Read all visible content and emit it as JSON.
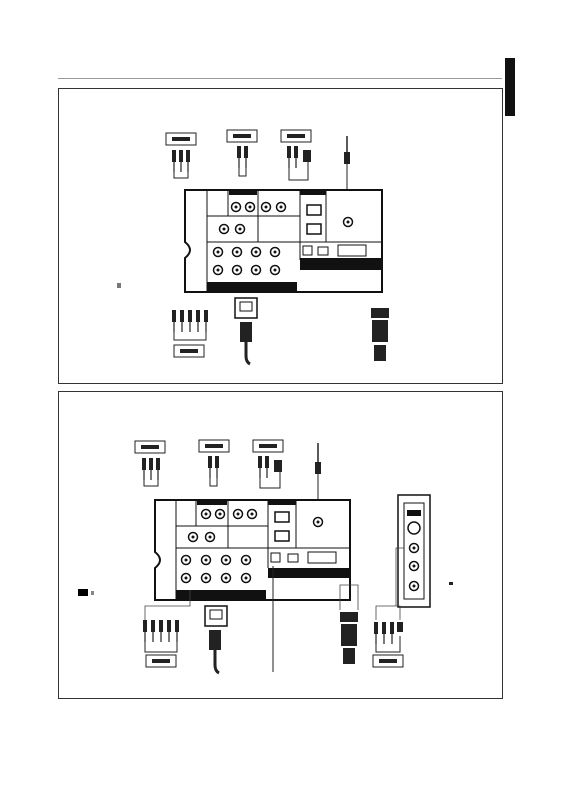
{
  "page": {
    "side_tab": "black-tab",
    "figures": [
      {
        "id": "figure-1",
        "devices_top": [
          "vcr-icon",
          "dvd-icon",
          "cable-box-icon",
          "antenna-cable-icon"
        ],
        "devices_bottom": [
          "component-device-icon",
          "power-cord-icon",
          "pc-connector-icon"
        ]
      },
      {
        "id": "figure-2",
        "devices_top": [
          "vcr-icon",
          "dvd-icon",
          "cable-box-icon",
          "antenna-cable-icon"
        ],
        "devices_bottom": [
          "component-device-icon",
          "power-cord-icon",
          "pc-connector-icon",
          "av-device-icon"
        ],
        "side_panel": "tv-side-jack-panel"
      }
    ]
  }
}
